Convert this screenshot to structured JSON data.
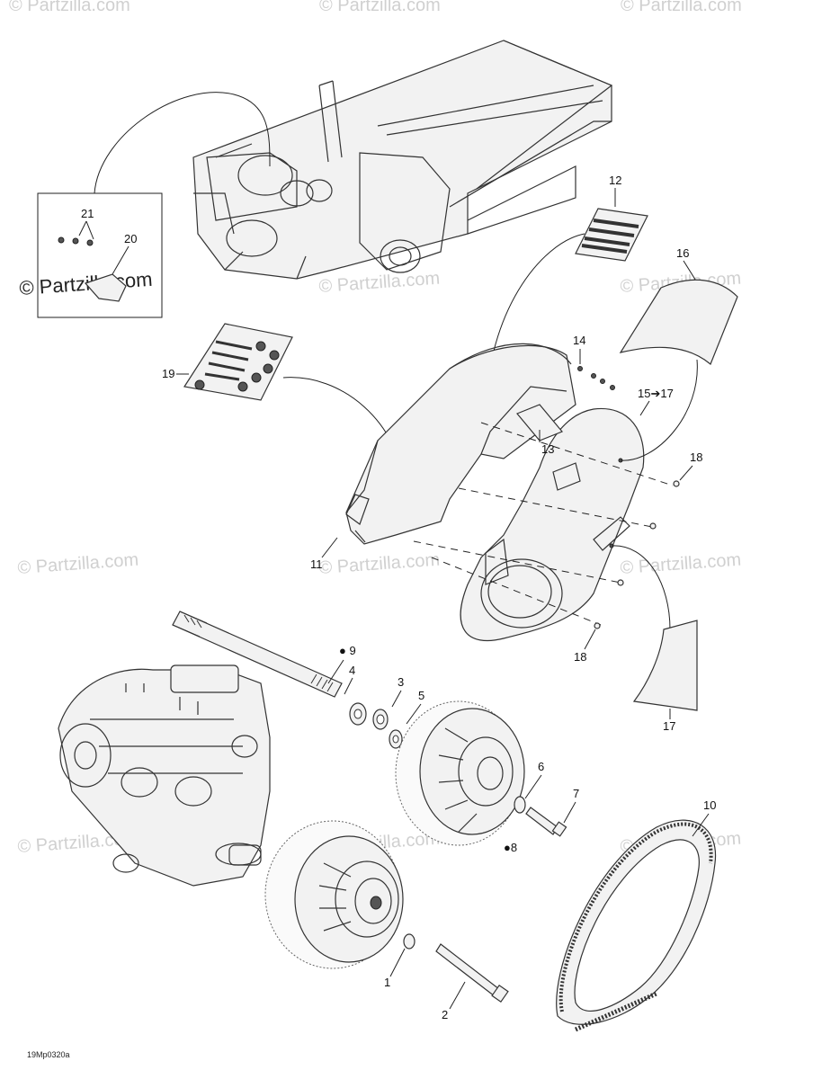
{
  "watermark": {
    "text": "© Partzilla.com"
  },
  "diagram_ref": "19Mp0320a",
  "labels": {
    "p1": "1",
    "p2": "2",
    "p3": "3",
    "p4": "4",
    "p5": "5",
    "p6": "6",
    "p7": "7",
    "p8": "8",
    "p9": "9",
    "p10": "10",
    "p11": "11",
    "p12": "12",
    "p13": "13",
    "p14": "14",
    "p15": "15",
    "p15_arrow": "➔",
    "p15_to": "17",
    "p16": "16",
    "p17": "17",
    "p18a": "18",
    "p18b": "18",
    "p19": "19",
    "p20": "20",
    "p21": "21"
  },
  "icons": {
    "drop": "oil-drop-icon"
  }
}
